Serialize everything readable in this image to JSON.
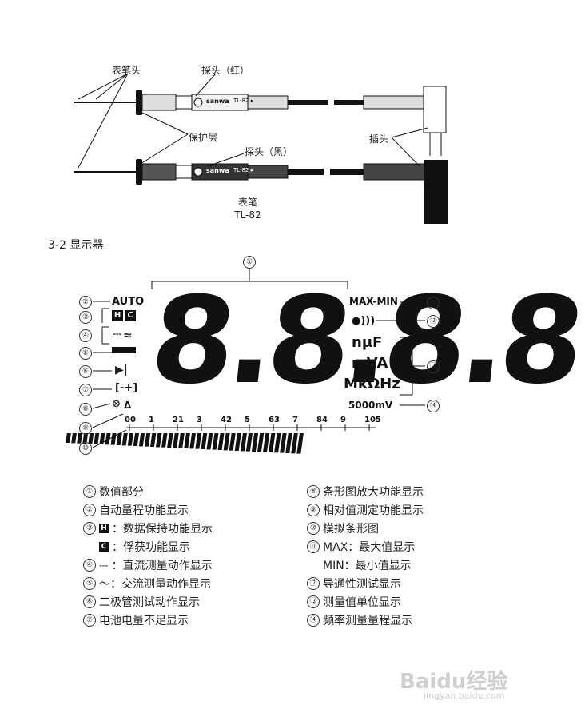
{
  "probe_labels": {
    "tip": "表笔头",
    "probe_red": "探头（红）",
    "guard": "保护层",
    "probe_black": "探头（黑）",
    "plug": "插头",
    "lead": "表笔",
    "model": "TL-82",
    "brand": "sanwa",
    "brand_model_red": "TL-82 ▸",
    "brand_model_black": "TL-82 ▸"
  },
  "section_title": "3-2 显示器",
  "lcd": {
    "digits": "8.8.8.8",
    "auto": "AUTO",
    "hold": "H",
    "capture": "C",
    "max_min": "MAX-MIN",
    "unit_1": "nμF",
    "unit_2": "mVA",
    "unit_3": "MkΩHz",
    "range": "5000mV",
    "delta": "Δ",
    "scale_ticks": [
      "00",
      "1",
      "21",
      "3",
      "42",
      "5",
      "63",
      "7",
      "84",
      "9",
      "105"
    ]
  },
  "callouts": [
    "①",
    "②",
    "③",
    "④",
    "⑤",
    "⑥",
    "⑦",
    "⑧",
    "⑨",
    "⑩",
    "⑪",
    "⑫",
    "⑬",
    "⑭"
  ],
  "legend_left": [
    {
      "num": "①",
      "text": "数值部分"
    },
    {
      "num": "②",
      "text": "自动量程功能显示"
    },
    {
      "num": "③",
      "sym": "H",
      "text": "：数据保持功能显示"
    },
    {
      "num": "",
      "sym": "C",
      "text": "：俘获功能显示"
    },
    {
      "num": "④",
      "text": "⎓ ：直流测量动作显示"
    },
    {
      "num": "⑤",
      "text": "～：交流测量动作显示"
    },
    {
      "num": "⑥",
      "text": "二极管测试动作显示"
    },
    {
      "num": "⑦",
      "text": "电池电量不足显示"
    }
  ],
  "legend_right": [
    {
      "num": "⑧",
      "text": "条形图放大功能显示"
    },
    {
      "num": "⑨",
      "text": "相对值测定功能显示"
    },
    {
      "num": "⑩",
      "text": "模拟条形图"
    },
    {
      "num": "⑪",
      "text": "MAX：最大值显示"
    },
    {
      "num": "",
      "text": "MIN：最小值显示"
    },
    {
      "num": "⑫",
      "text": "导通性测试显示"
    },
    {
      "num": "⑬",
      "text": "测量值单位显示"
    },
    {
      "num": "⑭",
      "text": "频率测量量程显示"
    }
  ],
  "watermark": {
    "main": "Baidu经验",
    "sub": "jingyan.baidu.com"
  }
}
